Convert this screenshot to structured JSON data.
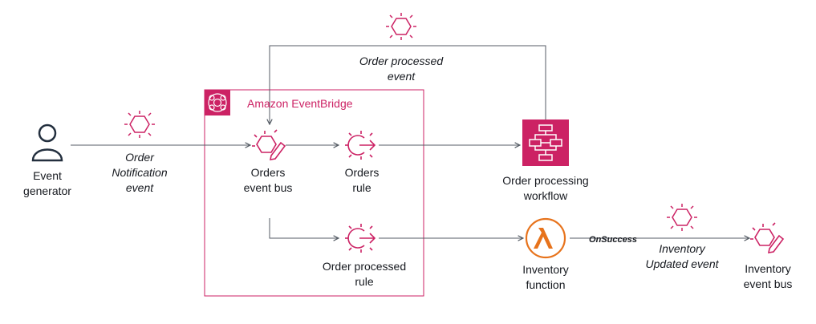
{
  "colors": {
    "accent": "#cc2264",
    "lambda": "#e7731c",
    "line": "#545b64",
    "icon": "#232f3e"
  },
  "group": {
    "title": "Amazon EventBridge",
    "icon": "eventbridge-icon"
  },
  "nodes": {
    "event_generator": {
      "label": "Event\ngenerator",
      "icon": "user-icon"
    },
    "orders_event_bus": {
      "label": "Orders\nevent bus",
      "icon": "event-bus-icon"
    },
    "orders_rule": {
      "label": "Orders\nrule",
      "icon": "rule-icon"
    },
    "order_processed_rule": {
      "label": "Order processed\nrule",
      "icon": "rule-icon"
    },
    "order_processing_workflow": {
      "label": "Order processing\nworkflow",
      "icon": "step-functions-icon"
    },
    "inventory_function": {
      "label": "Inventory\nfunction",
      "icon": "lambda-icon"
    },
    "inventory_event_bus": {
      "label": "Inventory\nevent bus",
      "icon": "event-bus-icon"
    }
  },
  "edge_labels": {
    "order_notification": "Order\nNotification\nevent",
    "order_processed": "Order processed\nevent",
    "on_success": "OnSuccess",
    "inventory_updated": "Inventory\nUpdated event"
  }
}
